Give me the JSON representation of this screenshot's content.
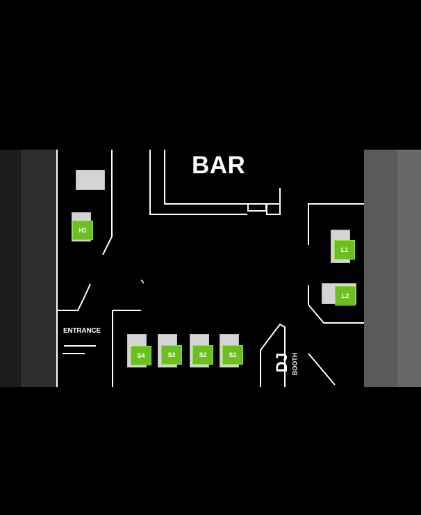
{
  "labels": {
    "bar": "BAR",
    "entrance": "ENTRANCE",
    "dj": "DJ",
    "booth": "BOOTH"
  },
  "tables": [
    {
      "id": "H1"
    },
    {
      "id": "L1"
    },
    {
      "id": "L2"
    },
    {
      "id": "S4"
    },
    {
      "id": "S3"
    },
    {
      "id": "S2"
    },
    {
      "id": "S1"
    }
  ],
  "colors": {
    "table": "#6cbf1f",
    "furniture": "#d4d4d4",
    "line": "#ffffff"
  }
}
